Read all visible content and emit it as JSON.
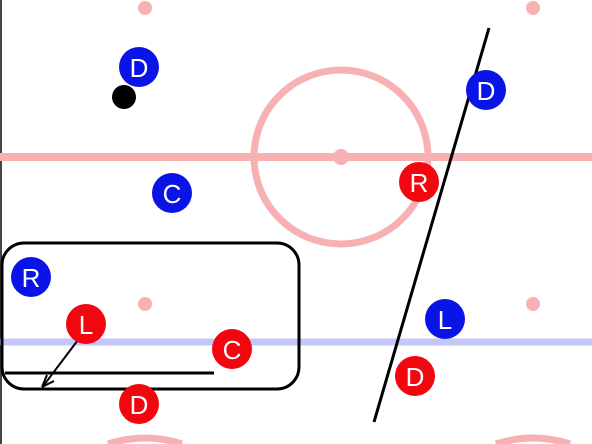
{
  "colors": {
    "ice": "#ffffff",
    "rink_markings": "#f7b1b3",
    "blue_line": "#c5c8f6",
    "team_blue": "#0a14e6",
    "team_red": "#f2060f",
    "ink": "#000000",
    "label": "#ffffff"
  },
  "players": [
    {
      "id": "blue-d-1",
      "team": "blue",
      "label": "D"
    },
    {
      "id": "blue-d-2",
      "team": "blue",
      "label": "D"
    },
    {
      "id": "blue-c",
      "team": "blue",
      "label": "C"
    },
    {
      "id": "blue-r",
      "team": "blue",
      "label": "R"
    },
    {
      "id": "blue-l",
      "team": "blue",
      "label": "L"
    },
    {
      "id": "red-r",
      "team": "red",
      "label": "R"
    },
    {
      "id": "red-l",
      "team": "red",
      "label": "L"
    },
    {
      "id": "red-c",
      "team": "red",
      "label": "C"
    },
    {
      "id": "red-d-1",
      "team": "red",
      "label": "D"
    },
    {
      "id": "red-d-2",
      "team": "red",
      "label": "D"
    }
  ]
}
